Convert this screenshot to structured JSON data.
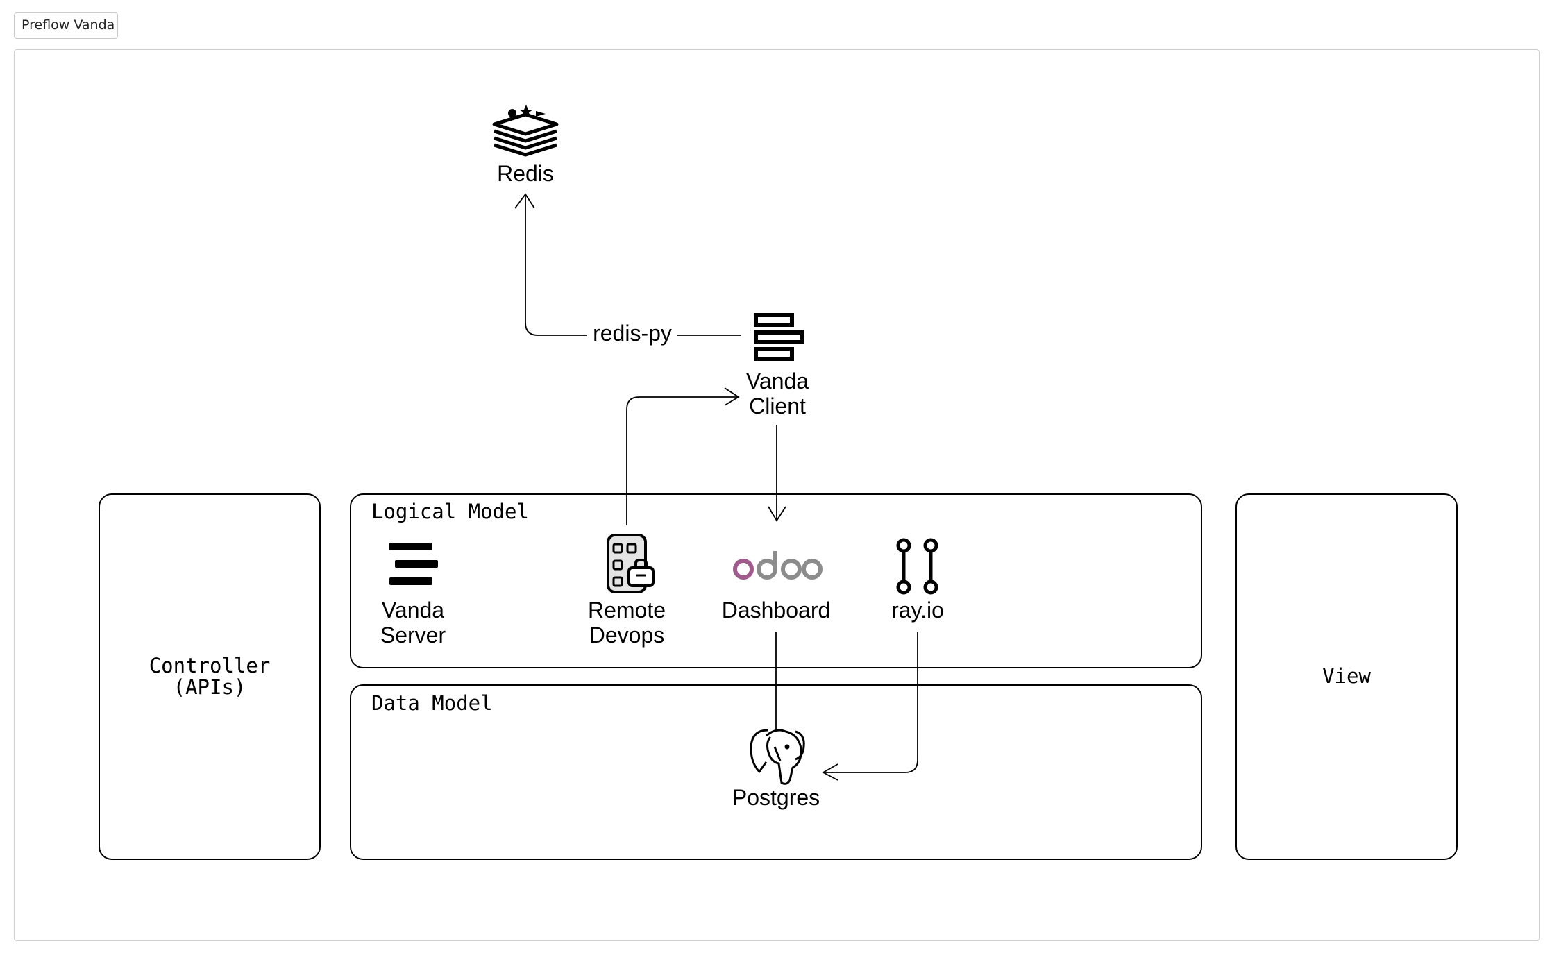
{
  "tab": {
    "label": "Preflow Vanda"
  },
  "containers": {
    "controller": "Controller\n(APIs)",
    "logical_model": "Logical Model",
    "data_model": "Data Model",
    "view": "View"
  },
  "nodes": {
    "redis": "Redis",
    "vanda_client": "Vanda\nClient",
    "vanda_server": "Vanda\nServer",
    "remote_devops": "Remote\nDevops",
    "dashboard": "Dashboard",
    "odoo_logo": "odoo",
    "rayio": "ray.io",
    "postgres": "Postgres"
  },
  "edges": {
    "client_to_redis": "redis-py"
  },
  "icons": [
    "redis-icon",
    "vanda-client-icon",
    "vanda-server-icon",
    "remote-devops-icon",
    "odoo-logo",
    "rayio-icon",
    "postgres-icon"
  ],
  "colors": {
    "odoo_purple": "#a05a8c",
    "odoo_grey": "#8c8c8c",
    "stroke": "#000000"
  }
}
